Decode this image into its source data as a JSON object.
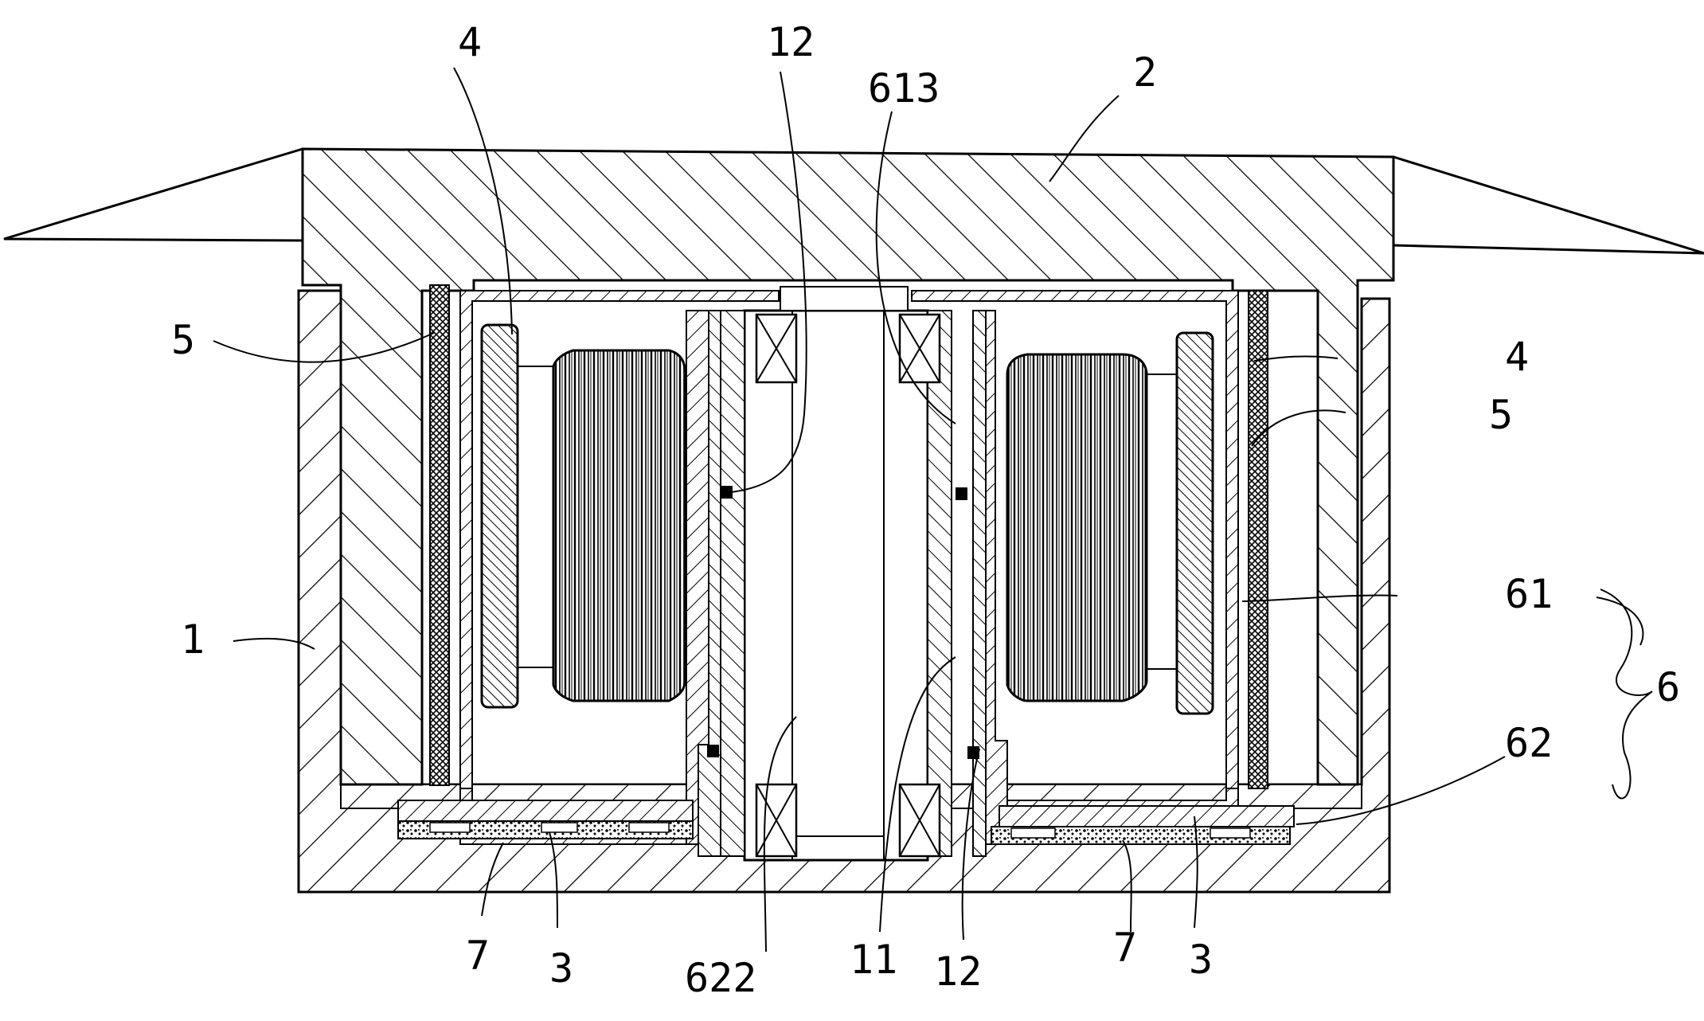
{
  "diagram": {
    "labels": {
      "lbl_1": "1",
      "lbl_2": "2",
      "lbl_3a": "3",
      "lbl_3b": "3",
      "lbl_4a": "4",
      "lbl_4b": "4",
      "lbl_5a": "5",
      "lbl_5b": "5",
      "lbl_6": "6",
      "lbl_7a": "7",
      "lbl_7b": "7",
      "lbl_11": "11",
      "lbl_12a": "12",
      "lbl_12b": "12",
      "lbl_61": "61",
      "lbl_62": "62",
      "lbl_613": "613",
      "lbl_622": "622"
    },
    "colors": {
      "line": "#000000",
      "background": "#ffffff"
    }
  }
}
